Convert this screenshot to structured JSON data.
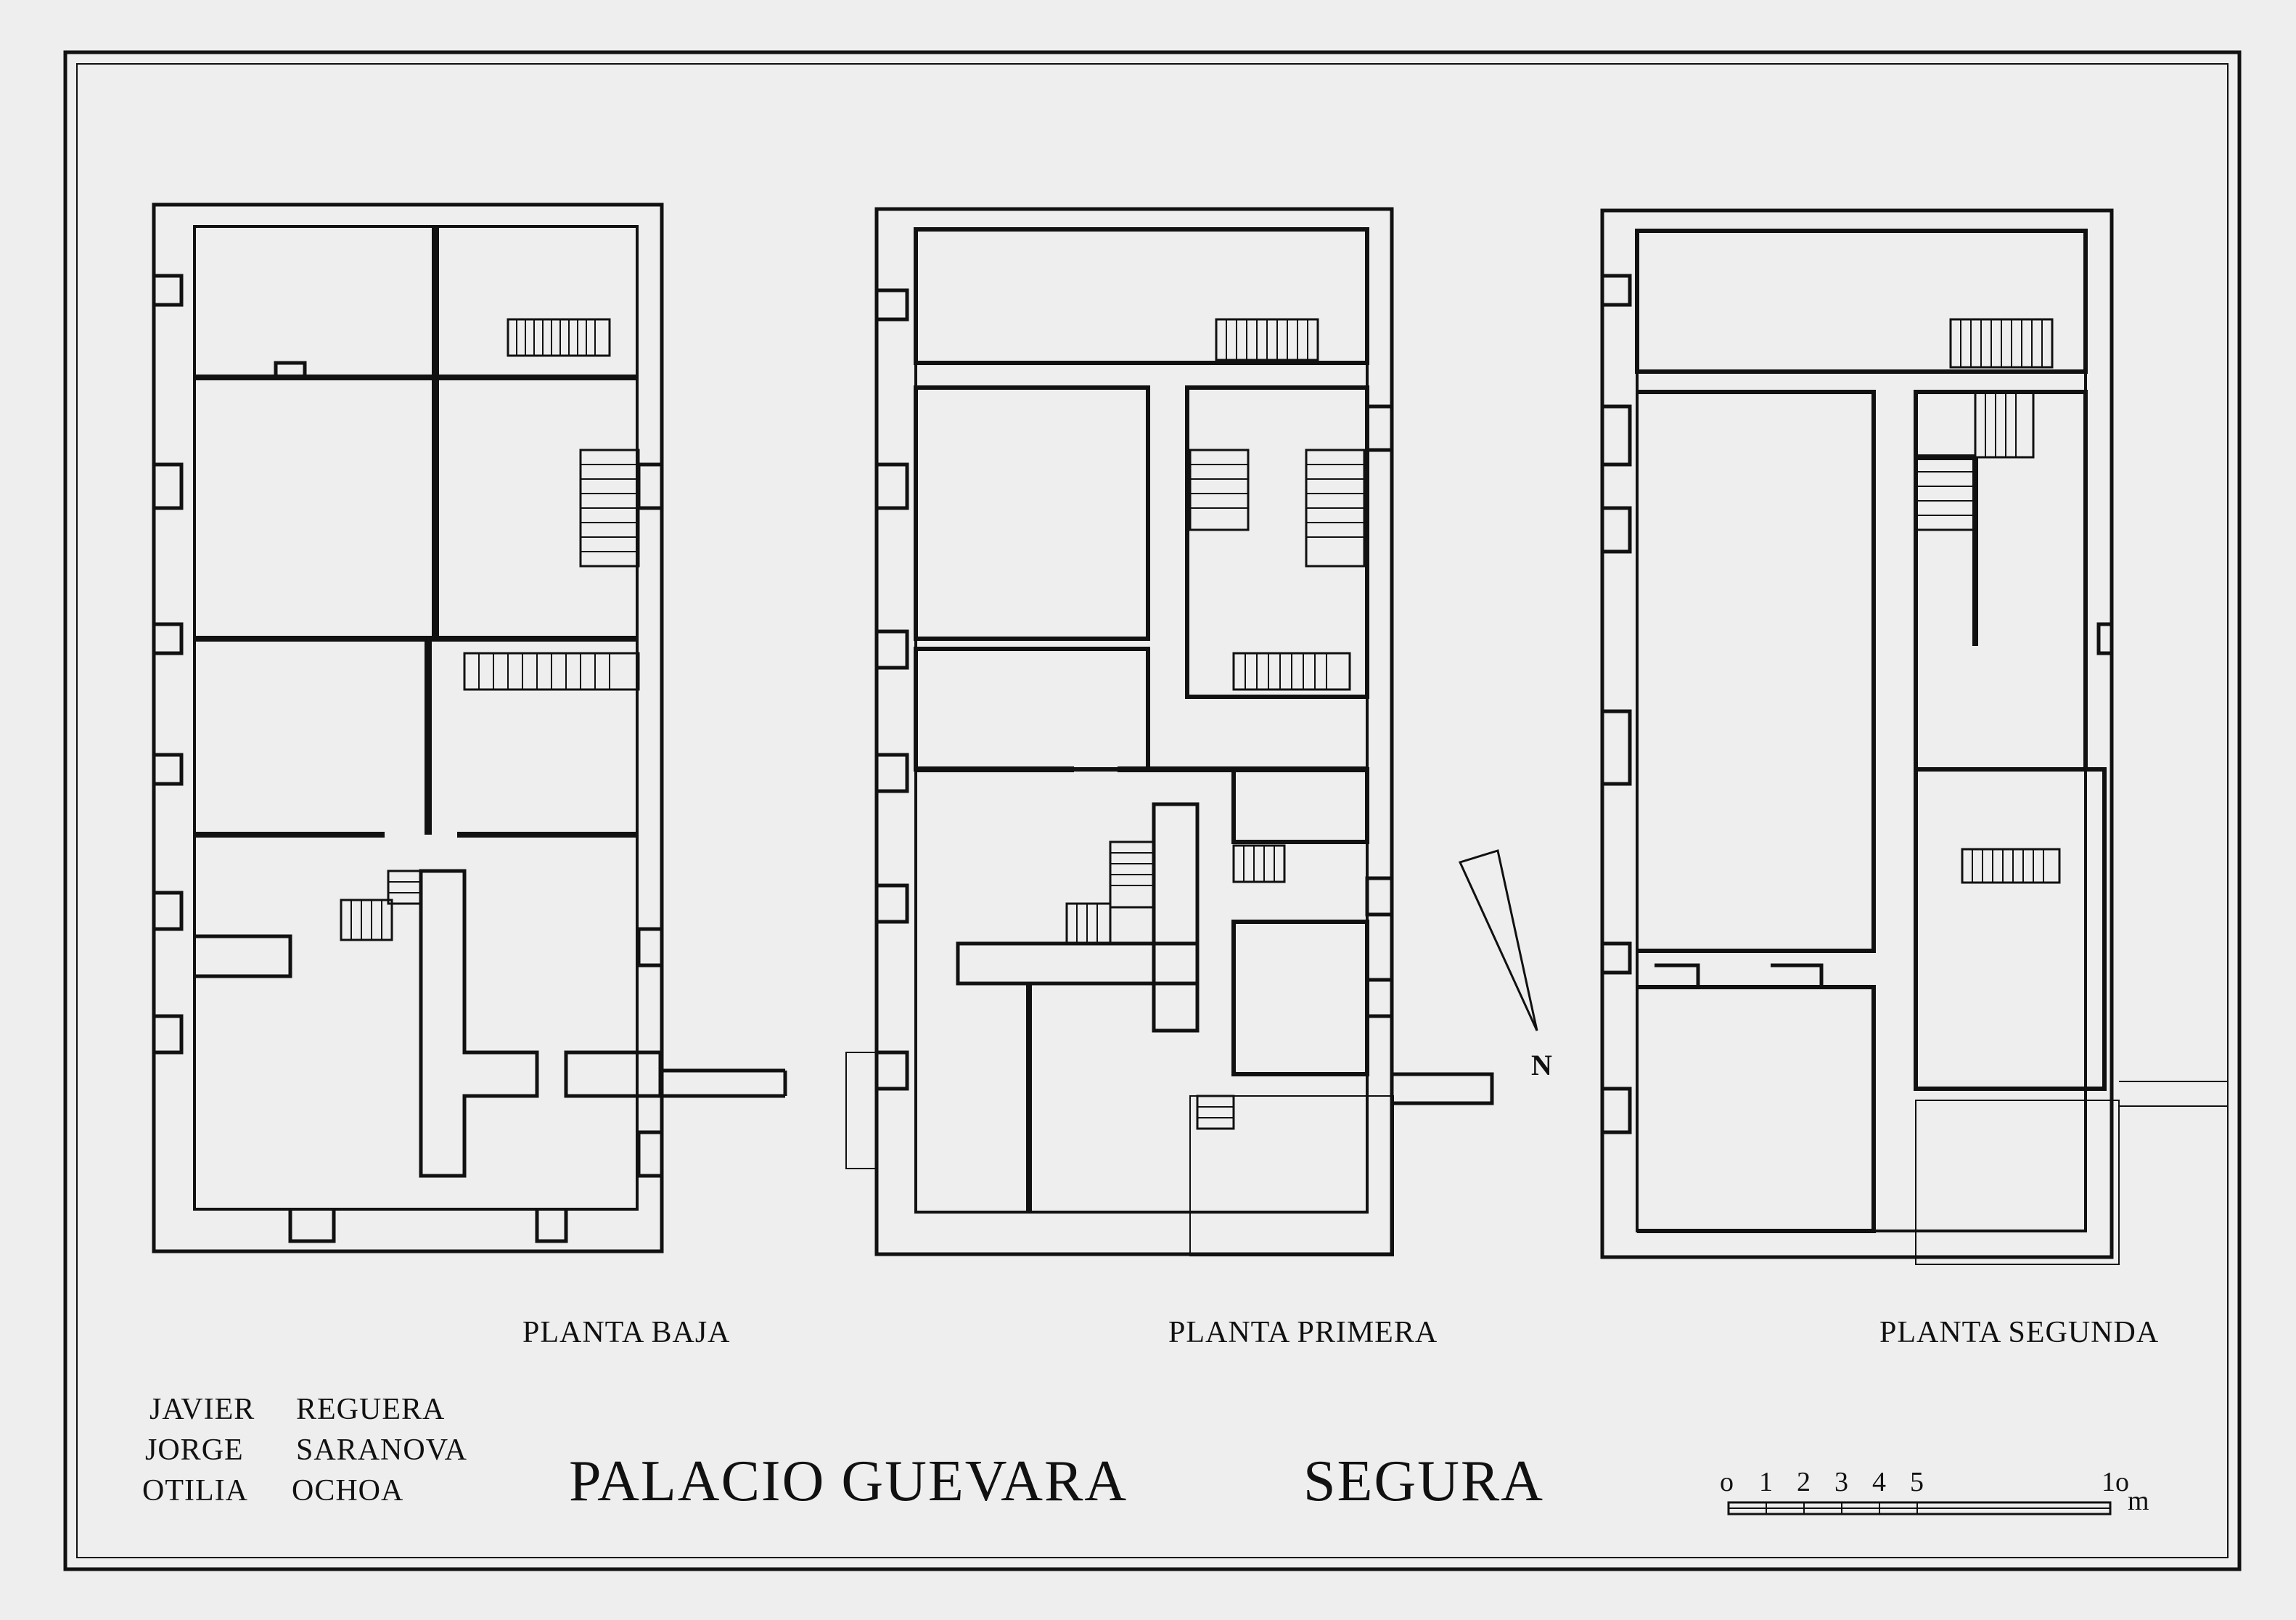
{
  "title": {
    "name": "PALACIO GUEVARA",
    "place": "SEGURA"
  },
  "plans": [
    {
      "label": "PLANTA BAJA"
    },
    {
      "label": "PLANTA PRIMERA"
    },
    {
      "label": "PLANTA SEGUNDA"
    }
  ],
  "authors": [
    {
      "first": "JAVIER",
      "last": "REGUERA"
    },
    {
      "first": "JORGE",
      "last": "SARANOVA"
    },
    {
      "first": "OTILIA",
      "last": "OCHOA"
    }
  ],
  "north_arrow": {
    "label": "N"
  },
  "scale_bar": {
    "ticks": [
      "o",
      "1",
      "2",
      "3",
      "4",
      "5"
    ],
    "end_value": "1o",
    "unit": "m"
  },
  "colors": {
    "paper": "#eeeeee",
    "ink": "#111111"
  }
}
